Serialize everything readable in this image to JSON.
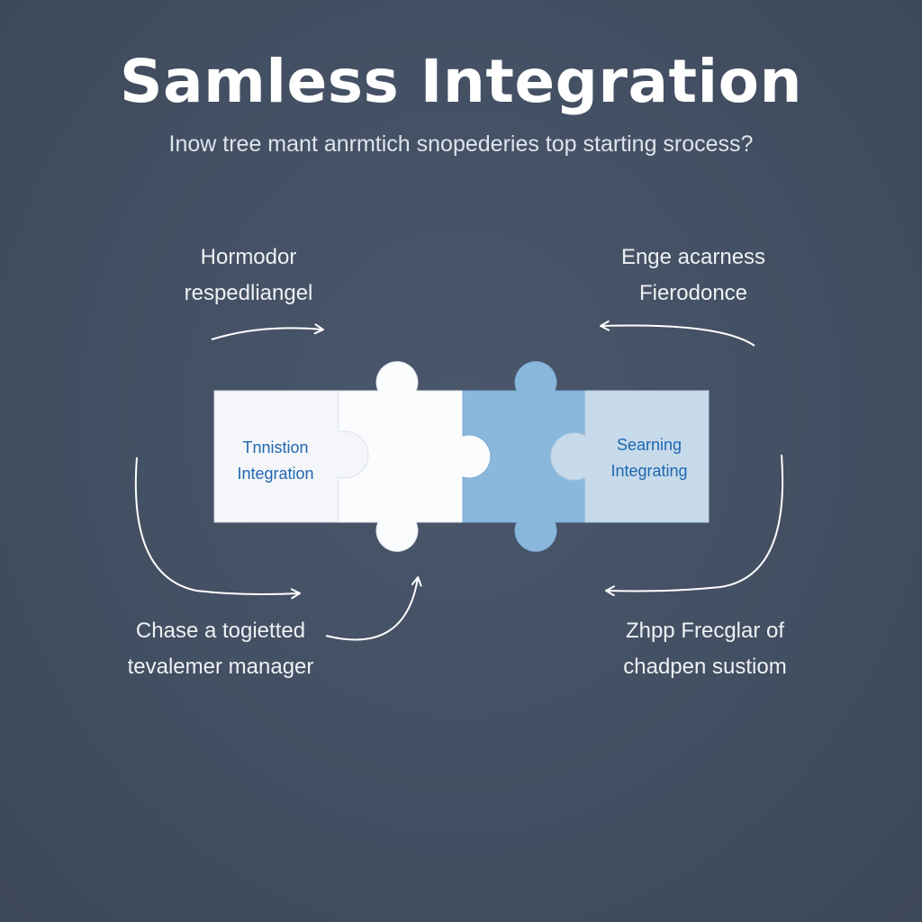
{
  "title": "Samless Integration",
  "subtitle": "Inow tree mant anrmtich snopederies top starting srocess?",
  "labels": {
    "top_left": {
      "line1": "Hormodor",
      "line2": "respedliangel"
    },
    "top_right": {
      "line1": "Enge acarness",
      "line2": "Fierodonce"
    },
    "bottom_left": {
      "line1": "Chase a togietted",
      "line2": "tevalemer manager"
    },
    "bottom_right": {
      "line1": "Zhpp Frecglar of",
      "line2": "chadpen sustiom"
    }
  },
  "pieces": {
    "left": {
      "line1": "Tnnistion",
      "line2": "Integration"
    },
    "right": {
      "line1": "Searning",
      "line2": "Integrating"
    }
  },
  "colors": {
    "background": "#434f62",
    "piece_white": "#f7f8fb",
    "piece_blue": "#8ab8dd",
    "piece_light_blue": "#c6daea",
    "piece_text": "#1f66b0",
    "arrow": "#ffffff"
  }
}
